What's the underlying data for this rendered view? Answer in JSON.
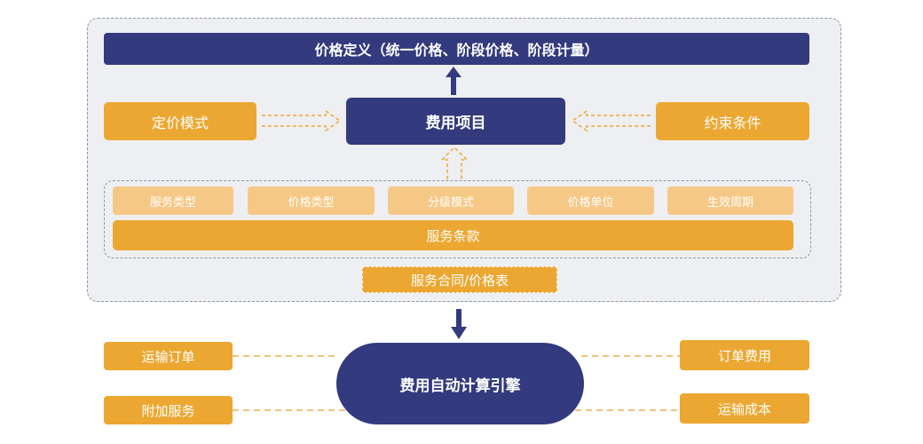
{
  "pricing_definition": "价格定义（统一价格、阶段价格、阶段计量）",
  "fee_item": "费用项目",
  "pricing_mode": "定价模式",
  "constraints": "约束条件",
  "attributes": [
    "服务类型",
    "价格类型",
    "分级模式",
    "价格单位",
    "生效周期"
  ],
  "service_terms": "服务条款",
  "contract": "服务合同/价格表",
  "engine": "费用自动计算引擎",
  "inputs": [
    "运输订单",
    "附加服务"
  ],
  "outputs": [
    "订单费用",
    "运输成本"
  ],
  "colors": {
    "navy": "#333a7d",
    "orange": "#eba731",
    "light_orange": "#f6c886",
    "panel": "#eeeff2"
  }
}
